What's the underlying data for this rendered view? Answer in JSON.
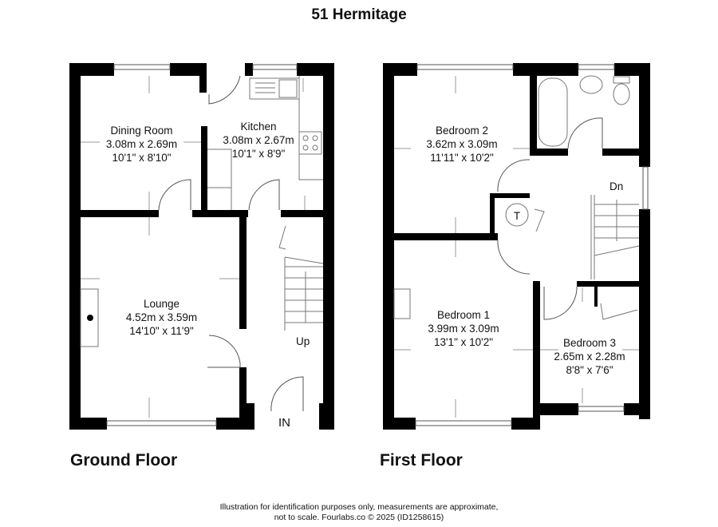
{
  "title": "51 Hermitage",
  "floors": [
    {
      "name": "Ground Floor",
      "rooms": [
        {
          "name": "Dining Room",
          "metric": "3.08m x 2.69m",
          "imperial": "10'1\" x 8'10\""
        },
        {
          "name": "Kitchen",
          "metric": "3.08m x 2.67m",
          "imperial": "10'1\" x 8'9\""
        },
        {
          "name": "Lounge",
          "metric": "4.52m x 3.59m",
          "imperial": "14'10\" x 11'9\""
        }
      ],
      "annotations": {
        "stairs": "Up",
        "entrance": "IN"
      }
    },
    {
      "name": "First Floor",
      "rooms": [
        {
          "name": "Bedroom 2",
          "metric": "3.62m x 3.09m",
          "imperial": "11'11\" x 10'2\""
        },
        {
          "name": "Bedroom 1",
          "metric": "3.99m x 3.09m",
          "imperial": "13'1\" x 10'2\""
        },
        {
          "name": "Bedroom 3",
          "metric": "2.65m x 2.28m",
          "imperial": "8'8\" x 7'6\""
        }
      ],
      "annotations": {
        "stairs": "Dn",
        "tank": "T"
      }
    }
  ],
  "footer": {
    "line1": "Illustration for identification purposes only, measurements are approximate,",
    "line2": "not to scale. Fourlabs.co © 2025 (ID1258615)"
  }
}
